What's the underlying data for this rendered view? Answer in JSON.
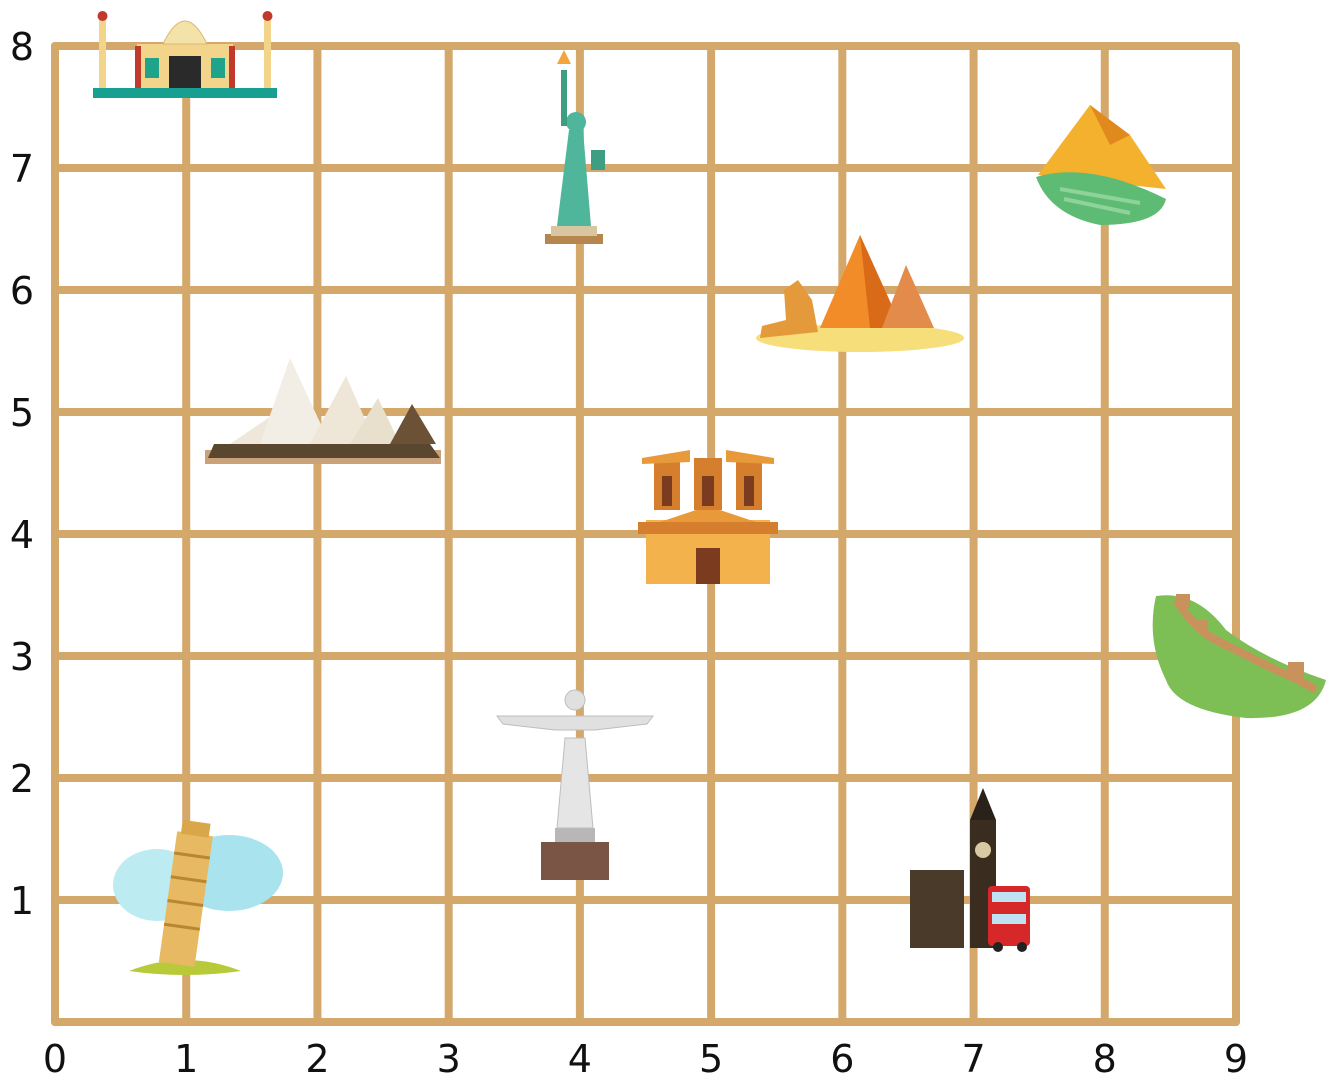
{
  "grid": {
    "line_color": "#D4A76A",
    "x_labels": [
      "0",
      "1",
      "2",
      "3",
      "4",
      "5",
      "6",
      "7",
      "8",
      "9"
    ],
    "y_labels": [
      "1",
      "2",
      "3",
      "4",
      "5",
      "6",
      "7",
      "8"
    ]
  },
  "landmarks": [
    {
      "name": "taj-mahal",
      "x": 1,
      "y": 7.6
    },
    {
      "name": "statue-of-liberty",
      "x": 4,
      "y": 6.4
    },
    {
      "name": "machu-picchu",
      "x": 8,
      "y": 7
    },
    {
      "name": "pyramids-and-sphinx",
      "x": 6,
      "y": 5.8
    },
    {
      "name": "sydney-opera-house",
      "x": 1.7,
      "y": 4.6
    },
    {
      "name": "petra-treasury",
      "x": 5,
      "y": 4.3
    },
    {
      "name": "great-wall",
      "x": 9,
      "y": 3
    },
    {
      "name": "christ-the-redeemer",
      "x": 4,
      "y": 2
    },
    {
      "name": "leaning-tower-of-pisa",
      "x": 1,
      "y": 0.8
    },
    {
      "name": "big-ben-and-bus",
      "x": 7,
      "y": 0.9
    }
  ]
}
